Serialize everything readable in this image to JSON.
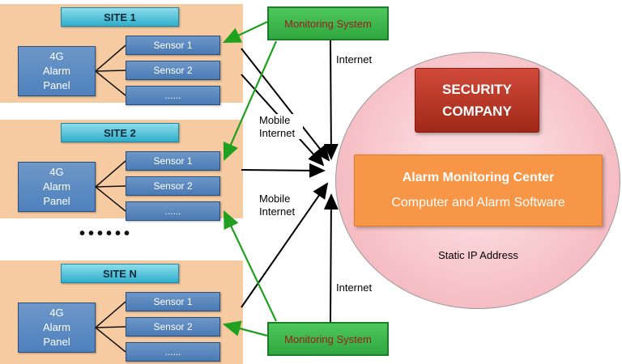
{
  "sites": [
    {
      "title": "SITE 1",
      "panel": "4G\nAlarm\nPanel",
      "sensors": [
        "Sensor 1",
        "Sensor 2",
        "......"
      ]
    },
    {
      "title": "SITE 2",
      "panel": "4G\nAlarm\nPanel",
      "sensors": [
        "Sensor 1",
        "Sensor 2",
        "......"
      ]
    },
    {
      "title": "SITE N",
      "panel": "4G\nAlarm\nPanel",
      "sensors": [
        "Sensor 1",
        "Sensor 2",
        "......"
      ]
    }
  ],
  "between_sites_ellipsis": "••••••",
  "monitoring_systems": {
    "top": "Monitoring System",
    "bottom": "Monitoring System"
  },
  "network_labels": {
    "internet_top": "Internet",
    "mobile_internet_upper": "Mobile Internet",
    "mobile_internet_lower": "Mobile Internet",
    "internet_bottom": "Internet"
  },
  "security_company": {
    "name": "SECURITY\nCOMPANY",
    "center_title": "Alarm Monitoring Center",
    "center_subtitle": "Computer and Alarm Software",
    "static_ip": "Static IP Address"
  },
  "colors": {
    "site_bg": "#F6CBA2",
    "site_header": "#2FAECB",
    "box_blue": "#4F81BD",
    "green_box": "#3CB54A",
    "green_box_text": "#9B1B1B",
    "ellipse_pink": "#F3B3BB",
    "red_box": "#B7322A",
    "orange_box": "#F79646",
    "arrow_black": "#000000",
    "arrow_green": "#1FA01F"
  }
}
